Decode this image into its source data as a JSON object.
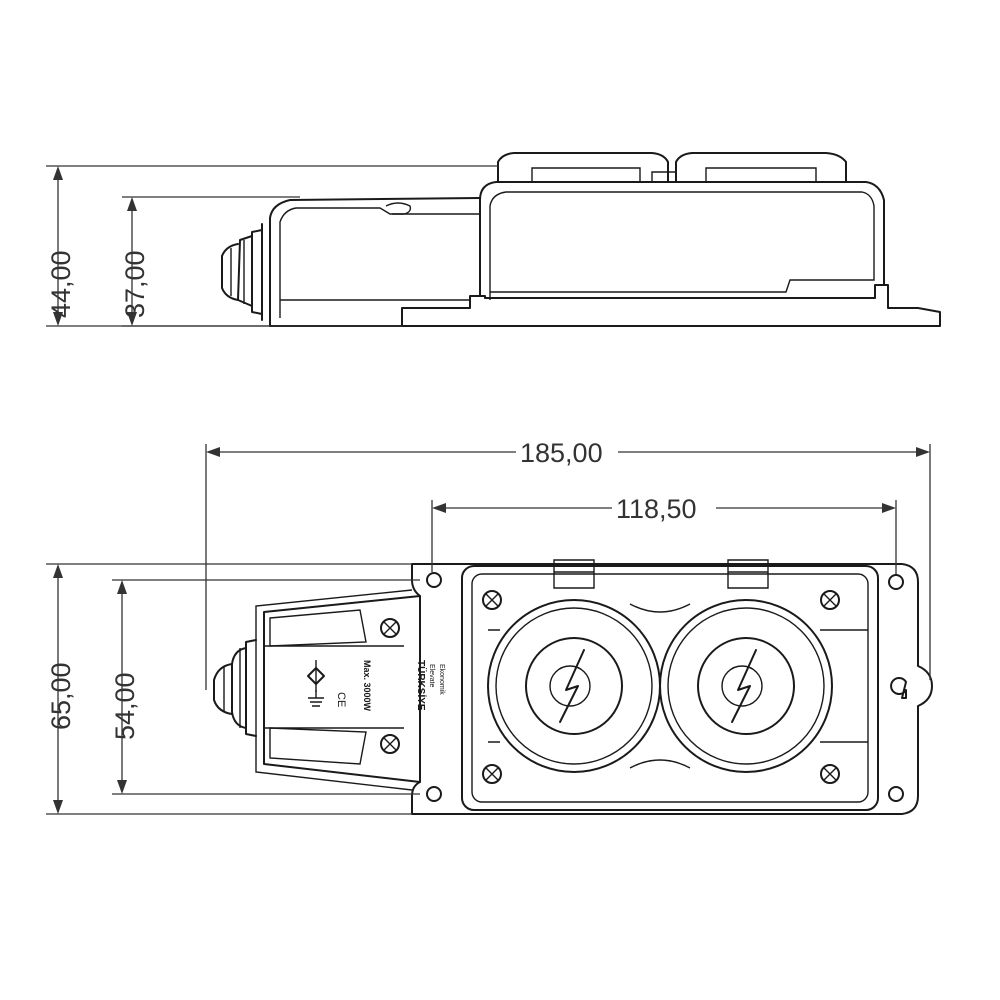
{
  "dimensions": {
    "height_total": "44,00",
    "height_body": "37,00",
    "length_total": "185,00",
    "hole_spacing": "118,50",
    "width_total": "65,00",
    "width_body": "54,00"
  },
  "markings": {
    "brand": "TÜRKSİYE",
    "brand_sub_1": "Elevate",
    "brand_sub_2": "Ekonomik",
    "max_power": "Max. 3000W",
    "ce_mark": "CE"
  },
  "icons": [
    "plug-symbol-icon",
    "ce-mark-icon",
    "ground-symbol-icon",
    "lightning-logo-icon",
    "screw-icon"
  ],
  "colors": {
    "line": "#1a1a1a",
    "dimension": "#333333",
    "background": "#ffffff"
  }
}
